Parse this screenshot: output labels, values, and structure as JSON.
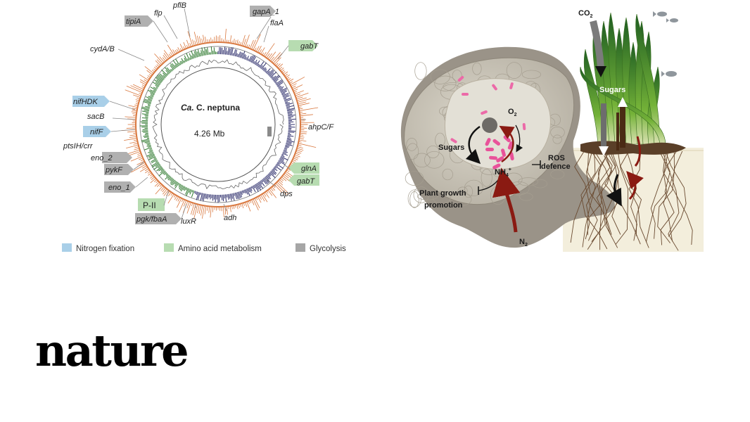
{
  "genome": {
    "name_italic": "Ca.",
    "name_rest": " C. neptuna",
    "size": "4.26 Mb",
    "genes": {
      "flp": "flp",
      "pflB": "pflB",
      "gapA_1": "gapA_1",
      "flaA": "flaA",
      "gabT_top": "gabT",
      "tipiA": "tipiA",
      "cydAB": "cydA/B",
      "nifHDK": "nifHDK",
      "sacB": "sacB",
      "nifF": "nifF",
      "ptsIH": "ptsIH/crr",
      "eno_2": "eno_2",
      "pykF": "pykF",
      "eno_1": "eno_1",
      "PII": "P-II",
      "pgk": "pgk/fbaA",
      "luxR": "luxR",
      "adh": "adh",
      "dps": "dps",
      "glnA": "glnA",
      "gabT_bottom": "gabT",
      "ahpCF": "ahpC/F"
    }
  },
  "legend": [
    {
      "label": "Nitrogen fixation",
      "color": "#a9cfe8"
    },
    {
      "label": "Amino acid metabolism",
      "color": "#b7dcb1"
    },
    {
      "label": "Glycolysis",
      "color": "#a6a6a6"
    }
  ],
  "diagram": {
    "co2_main": "CO",
    "co2_sub": "2",
    "sugars_plant": "Sugars",
    "o2_main": "O",
    "o2_sub": "2",
    "sugars_cell": "Sugars",
    "nh4_main": "NH",
    "nh4_sub": "4",
    "nh4_sup": "+",
    "ros_line1": "ROS",
    "ros_line2": "defence",
    "growth_line1": "Plant growth",
    "growth_line2": "promotion",
    "n2_main": "N",
    "n2_sub": "2"
  },
  "colors": {
    "orange_track": "#d9783f",
    "navy_track": "#2c2d6b",
    "green_track": "#2f7a2f",
    "arrow_red": "#8a1a12",
    "pink": "#e9529a",
    "seagrass": "#4e8a2c"
  },
  "logo": "nature"
}
